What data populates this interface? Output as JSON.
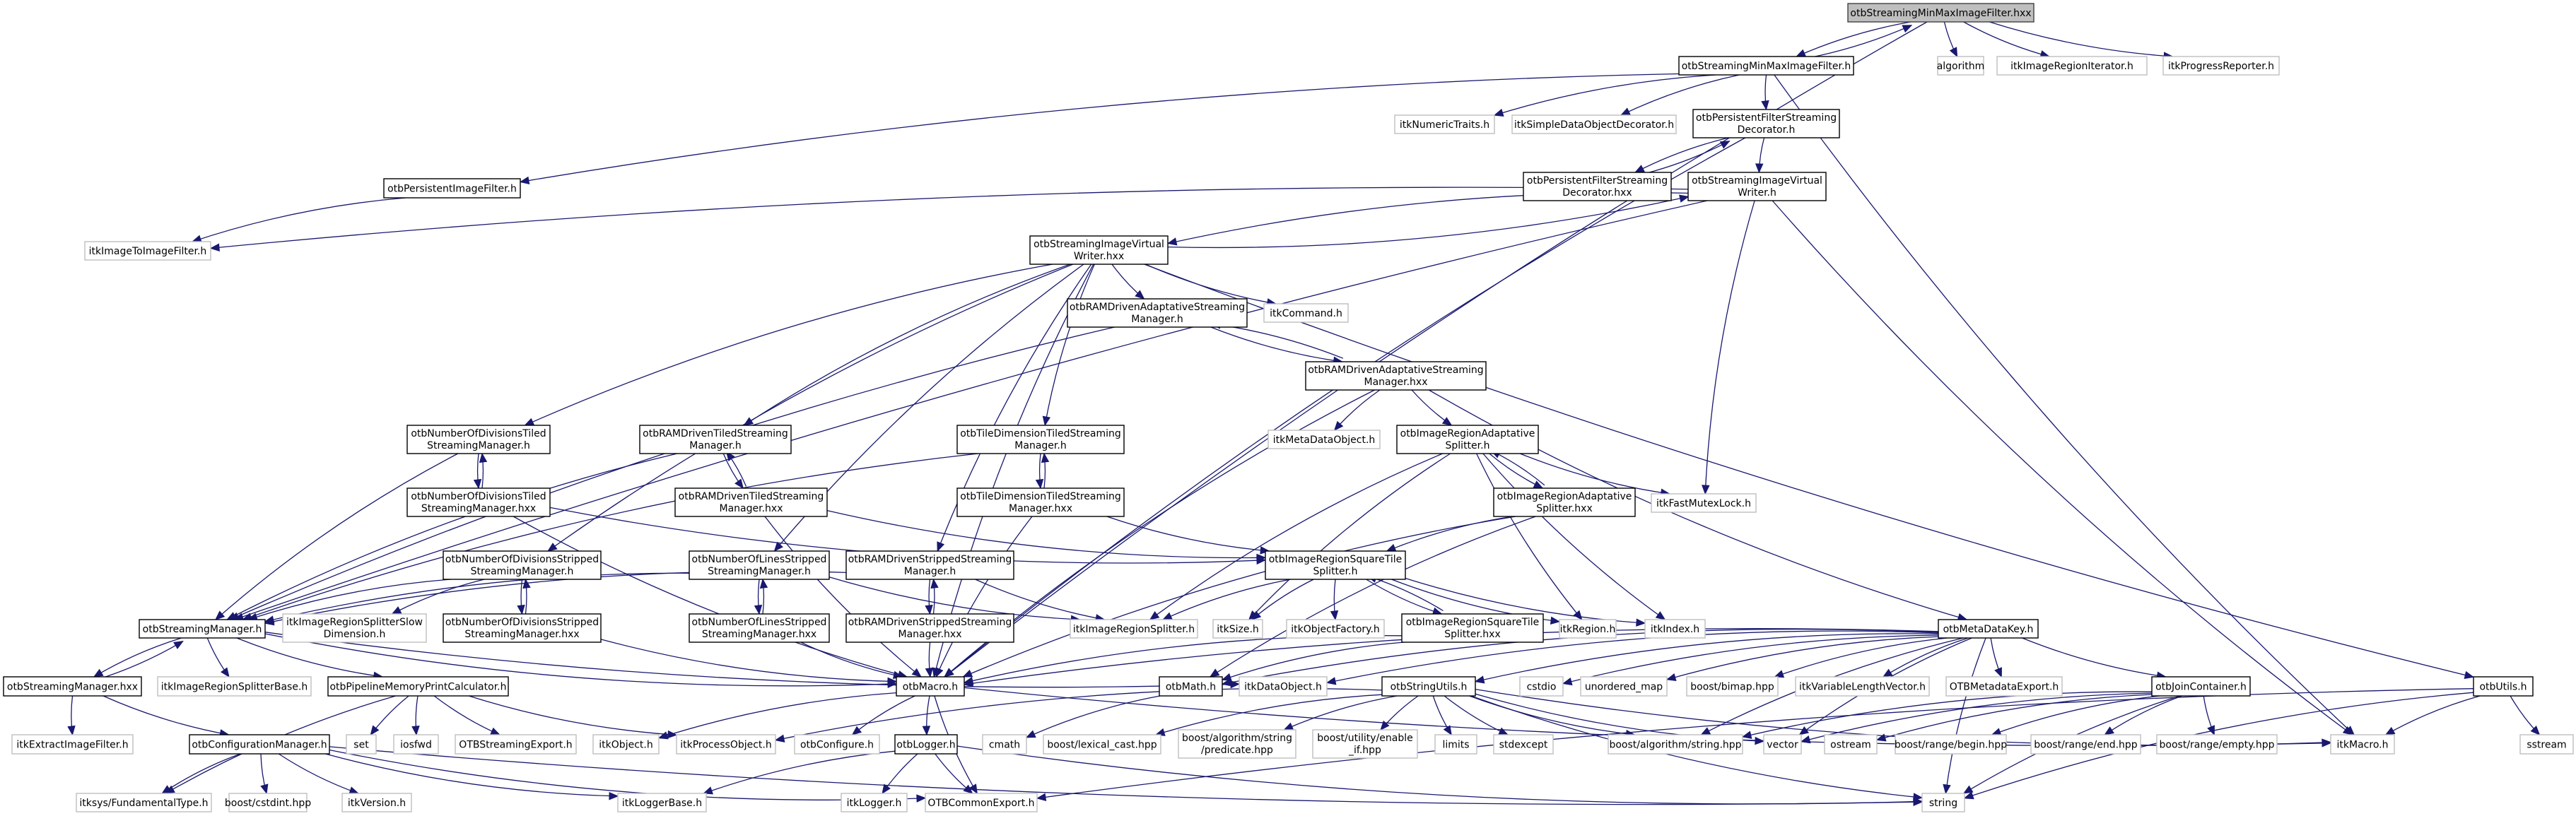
{
  "title": "otbStreamingMinMaxImageFilter.hxx",
  "colors": {
    "edge": "#191970",
    "root_fill": "#bfbfbf",
    "project_border": "#000000",
    "external_border": "#bfbfbf"
  },
  "nodes": [
    {
      "id": "root",
      "label": [
        "otbStreamingMinMaxImageFilter.hxx"
      ],
      "kind": "root"
    },
    {
      "id": "minmax_h",
      "label": [
        "otbStreamingMinMaxImageFilter.h"
      ],
      "kind": "project"
    },
    {
      "id": "algorithm",
      "label": [
        "algorithm"
      ],
      "kind": "external"
    },
    {
      "id": "itkImageRegionIterator",
      "label": [
        "itkImageRegionIterator.h"
      ],
      "kind": "external"
    },
    {
      "id": "itkProgressReporter",
      "label": [
        "itkProgressReporter.h"
      ],
      "kind": "external"
    },
    {
      "id": "itkNumericTraits",
      "label": [
        "itkNumericTraits.h"
      ],
      "kind": "external"
    },
    {
      "id": "itkSimpleDataObjectDecorator",
      "label": [
        "itkSimpleDataObjectDecorator.h"
      ],
      "kind": "external"
    },
    {
      "id": "pfsd_h",
      "label": [
        "otbPersistentFilterStreaming",
        "Decorator.h"
      ],
      "kind": "project"
    },
    {
      "id": "persistentImageFilter",
      "label": [
        "otbPersistentImageFilter.h"
      ],
      "kind": "project"
    },
    {
      "id": "pfsd_hxx",
      "label": [
        "otbPersistentFilterStreaming",
        "Decorator.hxx"
      ],
      "kind": "project"
    },
    {
      "id": "sivw_h",
      "label": [
        "otbStreamingImageVirtual",
        "Writer.h"
      ],
      "kind": "project"
    },
    {
      "id": "itkImageToImageFilter",
      "label": [
        "itkImageToImageFilter.h"
      ],
      "kind": "external"
    },
    {
      "id": "sivw_hxx",
      "label": [
        "otbStreamingImageVirtual",
        "Writer.hxx"
      ],
      "kind": "project"
    },
    {
      "id": "rdasm_h",
      "label": [
        "otbRAMDrivenAdaptativeStreaming",
        "Manager.h"
      ],
      "kind": "project"
    },
    {
      "id": "itkCommand",
      "label": [
        "itkCommand.h"
      ],
      "kind": "external"
    },
    {
      "id": "rdasm_hxx",
      "label": [
        "otbRAMDrivenAdaptativeStreaming",
        "Manager.hxx"
      ],
      "kind": "project"
    },
    {
      "id": "itkMetaDataObject",
      "label": [
        "itkMetaDataObject.h"
      ],
      "kind": "external"
    },
    {
      "id": "iras_h",
      "label": [
        "otbImageRegionAdaptative",
        "Splitter.h"
      ],
      "kind": "project"
    },
    {
      "id": "nodtsm_h",
      "label": [
        "otbNumberOfDivisionsTiled",
        "StreamingManager.h"
      ],
      "kind": "project"
    },
    {
      "id": "rdtsm_h",
      "label": [
        "otbRAMDrivenTiledStreaming",
        "Manager.h"
      ],
      "kind": "project"
    },
    {
      "id": "tdtsm_h",
      "label": [
        "otbTileDimensionTiledStreaming",
        "Manager.h"
      ],
      "kind": "project"
    },
    {
      "id": "nodtsm_hxx",
      "label": [
        "otbNumberOfDivisionsTiled",
        "StreamingManager.hxx"
      ],
      "kind": "project"
    },
    {
      "id": "rdtsm_hxx",
      "label": [
        "otbRAMDrivenTiledStreaming",
        "Manager.hxx"
      ],
      "kind": "project"
    },
    {
      "id": "tdtsm_hxx",
      "label": [
        "otbTileDimensionTiledStreaming",
        "Manager.hxx"
      ],
      "kind": "project"
    },
    {
      "id": "iras_hxx",
      "label": [
        "otbImageRegionAdaptative",
        "Splitter.hxx"
      ],
      "kind": "project"
    },
    {
      "id": "itkFastMutexLock",
      "label": [
        "itkFastMutexLock.h"
      ],
      "kind": "external"
    },
    {
      "id": "nodssm_h",
      "label": [
        "otbNumberOfDivisionsStripped",
        "StreamingManager.h"
      ],
      "kind": "project"
    },
    {
      "id": "nolssm_h",
      "label": [
        "otbNumberOfLinesStripped",
        "StreamingManager.h"
      ],
      "kind": "project"
    },
    {
      "id": "rdssm_h",
      "label": [
        "otbRAMDrivenStrippedStreaming",
        "Manager.h"
      ],
      "kind": "project"
    },
    {
      "id": "irsts_h",
      "label": [
        "otbImageRegionSquareTile",
        "Splitter.h"
      ],
      "kind": "project"
    },
    {
      "id": "sm_h",
      "label": [
        "otbStreamingManager.h"
      ],
      "kind": "project"
    },
    {
      "id": "itkIRSSlowDim",
      "label": [
        "itkImageRegionSplitterSlow",
        "Dimension.h"
      ],
      "kind": "external"
    },
    {
      "id": "nodssm_hxx",
      "label": [
        "otbNumberOfDivisionsStripped",
        "StreamingManager.hxx"
      ],
      "kind": "project"
    },
    {
      "id": "nolssm_hxx",
      "label": [
        "otbNumberOfLinesStripped",
        "StreamingManager.hxx"
      ],
      "kind": "project"
    },
    {
      "id": "rdssm_hxx",
      "label": [
        "otbRAMDrivenStrippedStreaming",
        "Manager.hxx"
      ],
      "kind": "project"
    },
    {
      "id": "itkImageRegionSplitter",
      "label": [
        "itkImageRegionSplitter.h"
      ],
      "kind": "external"
    },
    {
      "id": "itkSize",
      "label": [
        "itkSize.h"
      ],
      "kind": "external"
    },
    {
      "id": "itkObjectFactory",
      "label": [
        "itkObjectFactory.h"
      ],
      "kind": "external"
    },
    {
      "id": "irsts_hxx",
      "label": [
        "otbImageRegionSquareTile",
        "Splitter.hxx"
      ],
      "kind": "project"
    },
    {
      "id": "itkRegion",
      "label": [
        "itkRegion.h"
      ],
      "kind": "external"
    },
    {
      "id": "itkIndex",
      "label": [
        "itkIndex.h"
      ],
      "kind": "external"
    },
    {
      "id": "metaDataKey",
      "label": [
        "otbMetaDataKey.h"
      ],
      "kind": "project"
    },
    {
      "id": "sm_hxx",
      "label": [
        "otbStreamingManager.hxx"
      ],
      "kind": "project"
    },
    {
      "id": "itkIRSBase",
      "label": [
        "itkImageRegionSplitterBase.h"
      ],
      "kind": "external"
    },
    {
      "id": "pmpc",
      "label": [
        "otbPipelineMemoryPrintCalculator.h"
      ],
      "kind": "project"
    },
    {
      "id": "macro",
      "label": [
        "otbMacro.h"
      ],
      "kind": "project"
    },
    {
      "id": "math",
      "label": [
        "otbMath.h"
      ],
      "kind": "project"
    },
    {
      "id": "itkDataObject",
      "label": [
        "itkDataObject.h"
      ],
      "kind": "external"
    },
    {
      "id": "stringUtils",
      "label": [
        "otbStringUtils.h"
      ],
      "kind": "project"
    },
    {
      "id": "cstdio",
      "label": [
        "cstdio"
      ],
      "kind": "external"
    },
    {
      "id": "unordered_map",
      "label": [
        "unordered_map"
      ],
      "kind": "external"
    },
    {
      "id": "bimap",
      "label": [
        "boost/bimap.hpp"
      ],
      "kind": "external"
    },
    {
      "id": "itkVLV",
      "label": [
        "itkVariableLengthVector.h"
      ],
      "kind": "external"
    },
    {
      "id": "OTBMetadataExport",
      "label": [
        "OTBMetadataExport.h"
      ],
      "kind": "external"
    },
    {
      "id": "joinContainer",
      "label": [
        "otbJoinContainer.h"
      ],
      "kind": "project"
    },
    {
      "id": "utils",
      "label": [
        "otbUtils.h"
      ],
      "kind": "project"
    },
    {
      "id": "itkExtractImageFilter",
      "label": [
        "itkExtractImageFilter.h"
      ],
      "kind": "external"
    },
    {
      "id": "configManager",
      "label": [
        "otbConfigurationManager.h"
      ],
      "kind": "project"
    },
    {
      "id": "set",
      "label": [
        "set"
      ],
      "kind": "external"
    },
    {
      "id": "iosfwd",
      "label": [
        "iosfwd"
      ],
      "kind": "external"
    },
    {
      "id": "OTBStreamingExport",
      "label": [
        "OTBStreamingExport.h"
      ],
      "kind": "external"
    },
    {
      "id": "itkObject",
      "label": [
        "itkObject.h"
      ],
      "kind": "external"
    },
    {
      "id": "itkProcessObject",
      "label": [
        "itkProcessObject.h"
      ],
      "kind": "external"
    },
    {
      "id": "otbConfigure",
      "label": [
        "otbConfigure.h"
      ],
      "kind": "external"
    },
    {
      "id": "logger",
      "label": [
        "otbLogger.h"
      ],
      "kind": "project"
    },
    {
      "id": "cmath",
      "label": [
        "cmath"
      ],
      "kind": "external"
    },
    {
      "id": "lexical_cast",
      "label": [
        "boost/lexical_cast.hpp"
      ],
      "kind": "external"
    },
    {
      "id": "predicate",
      "label": [
        "boost/algorithm/string",
        "/predicate.hpp"
      ],
      "kind": "external"
    },
    {
      "id": "enable_if",
      "label": [
        "boost/utility/enable",
        "_if.hpp"
      ],
      "kind": "external"
    },
    {
      "id": "limits",
      "label": [
        "limits"
      ],
      "kind": "external"
    },
    {
      "id": "stdexcept",
      "label": [
        "stdexcept"
      ],
      "kind": "external"
    },
    {
      "id": "algo_string",
      "label": [
        "boost/algorithm/string.hpp"
      ],
      "kind": "external"
    },
    {
      "id": "vector",
      "label": [
        "vector"
      ],
      "kind": "external"
    },
    {
      "id": "ostream",
      "label": [
        "ostream"
      ],
      "kind": "external"
    },
    {
      "id": "range_begin",
      "label": [
        "boost/range/begin.hpp"
      ],
      "kind": "external"
    },
    {
      "id": "range_end",
      "label": [
        "boost/range/end.hpp"
      ],
      "kind": "external"
    },
    {
      "id": "range_empty",
      "label": [
        "boost/range/empty.hpp"
      ],
      "kind": "external"
    },
    {
      "id": "itkMacro",
      "label": [
        "itkMacro.h"
      ],
      "kind": "external"
    },
    {
      "id": "sstream",
      "label": [
        "sstream"
      ],
      "kind": "external"
    },
    {
      "id": "fundamentalType",
      "label": [
        "itksys/FundamentalType.h"
      ],
      "kind": "external"
    },
    {
      "id": "cstdint",
      "label": [
        "boost/cstdint.hpp"
      ],
      "kind": "external"
    },
    {
      "id": "itkVersion",
      "label": [
        "itkVersion.h"
      ],
      "kind": "external"
    },
    {
      "id": "itkLoggerBase",
      "label": [
        "itkLoggerBase.h"
      ],
      "kind": "external"
    },
    {
      "id": "itkLogger",
      "label": [
        "itkLogger.h"
      ],
      "kind": "external"
    },
    {
      "id": "OTBCommonExport",
      "label": [
        "OTBCommonExport.h"
      ],
      "kind": "external"
    },
    {
      "id": "string",
      "label": [
        "string"
      ],
      "kind": "external"
    }
  ],
  "edges": [
    [
      "root",
      "minmax_h"
    ],
    [
      "minmax_h",
      "root"
    ],
    [
      "root",
      "algorithm"
    ],
    [
      "root",
      "itkImageRegionIterator"
    ],
    [
      "root",
      "itkProgressReporter"
    ],
    [
      "root",
      "macro"
    ],
    [
      "minmax_h",
      "itkNumericTraits"
    ],
    [
      "minmax_h",
      "itkSimpleDataObjectDecorator"
    ],
    [
      "minmax_h",
      "pfsd_h"
    ],
    [
      "minmax_h",
      "persistentImageFilter"
    ],
    [
      "minmax_h",
      "itkMacro"
    ],
    [
      "pfsd_h",
      "pfsd_hxx"
    ],
    [
      "pfsd_hxx",
      "pfsd_h"
    ],
    [
      "pfsd_h",
      "sivw_h"
    ],
    [
      "pfsd_h",
      "macro"
    ],
    [
      "persistentImageFilter",
      "itkImageToImageFilter"
    ],
    [
      "sivw_h",
      "sivw_hxx"
    ],
    [
      "sivw_hxx",
      "sivw_h"
    ],
    [
      "sivw_h",
      "itkImageToImageFilter"
    ],
    [
      "sivw_h",
      "sm_h"
    ],
    [
      "sivw_h",
      "itkFastMutexLock"
    ],
    [
      "sivw_h",
      "itkMacro"
    ],
    [
      "sivw_hxx",
      "rdasm_h"
    ],
    [
      "sivw_hxx",
      "itkCommand"
    ],
    [
      "sivw_hxx",
      "nodtsm_h"
    ],
    [
      "sivw_hxx",
      "rdtsm_h"
    ],
    [
      "sivw_hxx",
      "tdtsm_h"
    ],
    [
      "sivw_hxx",
      "nodssm_h"
    ],
    [
      "sivw_hxx",
      "nolssm_h"
    ],
    [
      "sivw_hxx",
      "rdssm_h"
    ],
    [
      "sivw_hxx",
      "utils"
    ],
    [
      "sivw_hxx",
      "macro"
    ],
    [
      "rdasm_h",
      "rdasm_hxx"
    ],
    [
      "rdasm_hxx",
      "rdasm_h"
    ],
    [
      "rdasm_h",
      "sm_h"
    ],
    [
      "rdasm_hxx",
      "itkMetaDataObject"
    ],
    [
      "rdasm_hxx",
      "iras_h"
    ],
    [
      "rdasm_hxx",
      "metaDataKey"
    ],
    [
      "rdasm_hxx",
      "macro"
    ],
    [
      "iras_h",
      "iras_hxx"
    ],
    [
      "iras_hxx",
      "iras_h"
    ],
    [
      "iras_h",
      "itkFastMutexLock"
    ],
    [
      "iras_h",
      "itkImageRegionSplitter"
    ],
    [
      "iras_h",
      "itkIndex"
    ],
    [
      "iras_h",
      "itkSize"
    ],
    [
      "iras_h",
      "itkRegion"
    ],
    [
      "iras_hxx",
      "irsts_h"
    ],
    [
      "iras_hxx",
      "macro"
    ],
    [
      "iras_hxx",
      "math"
    ],
    [
      "nodtsm_h",
      "nodtsm_hxx"
    ],
    [
      "nodtsm_hxx",
      "nodtsm_h"
    ],
    [
      "nodtsm_h",
      "sm_h"
    ],
    [
      "nodtsm_hxx",
      "macro"
    ],
    [
      "nodtsm_hxx",
      "irsts_h"
    ],
    [
      "rdtsm_h",
      "rdtsm_hxx"
    ],
    [
      "rdtsm_hxx",
      "rdtsm_h"
    ],
    [
      "rdtsm_h",
      "sm_h"
    ],
    [
      "rdtsm_hxx",
      "macro"
    ],
    [
      "rdtsm_hxx",
      "irsts_h"
    ],
    [
      "tdtsm_h",
      "tdtsm_hxx"
    ],
    [
      "tdtsm_hxx",
      "tdtsm_h"
    ],
    [
      "tdtsm_h",
      "sm_h"
    ],
    [
      "tdtsm_hxx",
      "macro"
    ],
    [
      "tdtsm_hxx",
      "irsts_h"
    ],
    [
      "nodssm_h",
      "nodssm_hxx"
    ],
    [
      "nodssm_hxx",
      "nodssm_h"
    ],
    [
      "nodssm_h",
      "sm_h"
    ],
    [
      "nodssm_h",
      "itkIRSSlowDim"
    ],
    [
      "nodssm_hxx",
      "macro"
    ],
    [
      "nolssm_h",
      "nolssm_hxx"
    ],
    [
      "nolssm_hxx",
      "nolssm_h"
    ],
    [
      "nolssm_h",
      "sm_h"
    ],
    [
      "nolssm_h",
      "itkImageRegionSplitter"
    ],
    [
      "nolssm_hxx",
      "macro"
    ],
    [
      "rdssm_h",
      "rdssm_hxx"
    ],
    [
      "rdssm_hxx",
      "rdssm_h"
    ],
    [
      "rdssm_h",
      "sm_h"
    ],
    [
      "rdssm_h",
      "itkImageRegionSplitter"
    ],
    [
      "rdssm_hxx",
      "macro"
    ],
    [
      "irsts_h",
      "irsts_hxx"
    ],
    [
      "irsts_hxx",
      "irsts_h"
    ],
    [
      "irsts_h",
      "itkImageRegionSplitter"
    ],
    [
      "irsts_h",
      "itkSize"
    ],
    [
      "irsts_h",
      "itkObjectFactory"
    ],
    [
      "irsts_h",
      "itkRegion"
    ],
    [
      "irsts_h",
      "itkIndex"
    ],
    [
      "irsts_hxx",
      "macro"
    ],
    [
      "irsts_hxx",
      "math"
    ],
    [
      "sm_h",
      "sm_hxx"
    ],
    [
      "sm_hxx",
      "sm_h"
    ],
    [
      "sm_h",
      "itkIRSBase"
    ],
    [
      "sm_h",
      "pmpc"
    ],
    [
      "sm_h",
      "macro"
    ],
    [
      "sm_h",
      "itkDataObject"
    ],
    [
      "sm_hxx",
      "itkExtractImageFilter"
    ],
    [
      "sm_hxx",
      "configManager"
    ],
    [
      "pmpc",
      "set"
    ],
    [
      "pmpc",
      "iosfwd"
    ],
    [
      "pmpc",
      "OTBStreamingExport"
    ],
    [
      "pmpc",
      "itkProcessObject"
    ],
    [
      "pmpc",
      "fundamentalType"
    ],
    [
      "macro",
      "itkObject"
    ],
    [
      "macro",
      "otbConfigure"
    ],
    [
      "macro",
      "logger"
    ],
    [
      "macro",
      "itkMacro"
    ],
    [
      "macro",
      "OTBCommonExport"
    ],
    [
      "logger",
      "itkLoggerBase"
    ],
    [
      "logger",
      "itkLogger"
    ],
    [
      "logger",
      "OTBCommonExport"
    ],
    [
      "logger",
      "string"
    ],
    [
      "configManager",
      "fundamentalType"
    ],
    [
      "configManager",
      "cstdint"
    ],
    [
      "configManager",
      "itkVersion"
    ],
    [
      "configManager",
      "itkLoggerBase"
    ],
    [
      "configManager",
      "OTBCommonExport"
    ],
    [
      "configManager",
      "string"
    ],
    [
      "math",
      "cmath"
    ],
    [
      "metaDataKey",
      "macro"
    ],
    [
      "metaDataKey",
      "itkDataObject"
    ],
    [
      "metaDataKey",
      "stringUtils"
    ],
    [
      "metaDataKey",
      "cstdio"
    ],
    [
      "metaDataKey",
      "unordered_map"
    ],
    [
      "metaDataKey",
      "bimap"
    ],
    [
      "metaDataKey",
      "itkVLV"
    ],
    [
      "metaDataKey",
      "OTBMetadataExport"
    ],
    [
      "metaDataKey",
      "joinContainer"
    ],
    [
      "metaDataKey",
      "string"
    ],
    [
      "metaDataKey",
      "vector"
    ],
    [
      "metaDataKey",
      "algo_string"
    ],
    [
      "metaDataKey",
      "math"
    ],
    [
      "stringUtils",
      "lexical_cast"
    ],
    [
      "stringUtils",
      "predicate"
    ],
    [
      "stringUtils",
      "enable_if"
    ],
    [
      "stringUtils",
      "limits"
    ],
    [
      "stringUtils",
      "stdexcept"
    ],
    [
      "stringUtils",
      "algo_string"
    ],
    [
      "stringUtils",
      "vector"
    ],
    [
      "stringUtils",
      "string"
    ],
    [
      "stringUtils",
      "itkProcessObject"
    ],
    [
      "stringUtils",
      "itkMacro"
    ],
    [
      "joinContainer",
      "algo_string"
    ],
    [
      "joinContainer",
      "vector"
    ],
    [
      "joinContainer",
      "ostream"
    ],
    [
      "joinContainer",
      "range_begin"
    ],
    [
      "joinContainer",
      "range_end"
    ],
    [
      "joinContainer",
      "range_empty"
    ],
    [
      "joinContainer",
      "string"
    ],
    [
      "utils",
      "itkMacro"
    ],
    [
      "utils",
      "sstream"
    ],
    [
      "utils",
      "string"
    ],
    [
      "utils",
      "OTBCommonExport"
    ]
  ]
}
